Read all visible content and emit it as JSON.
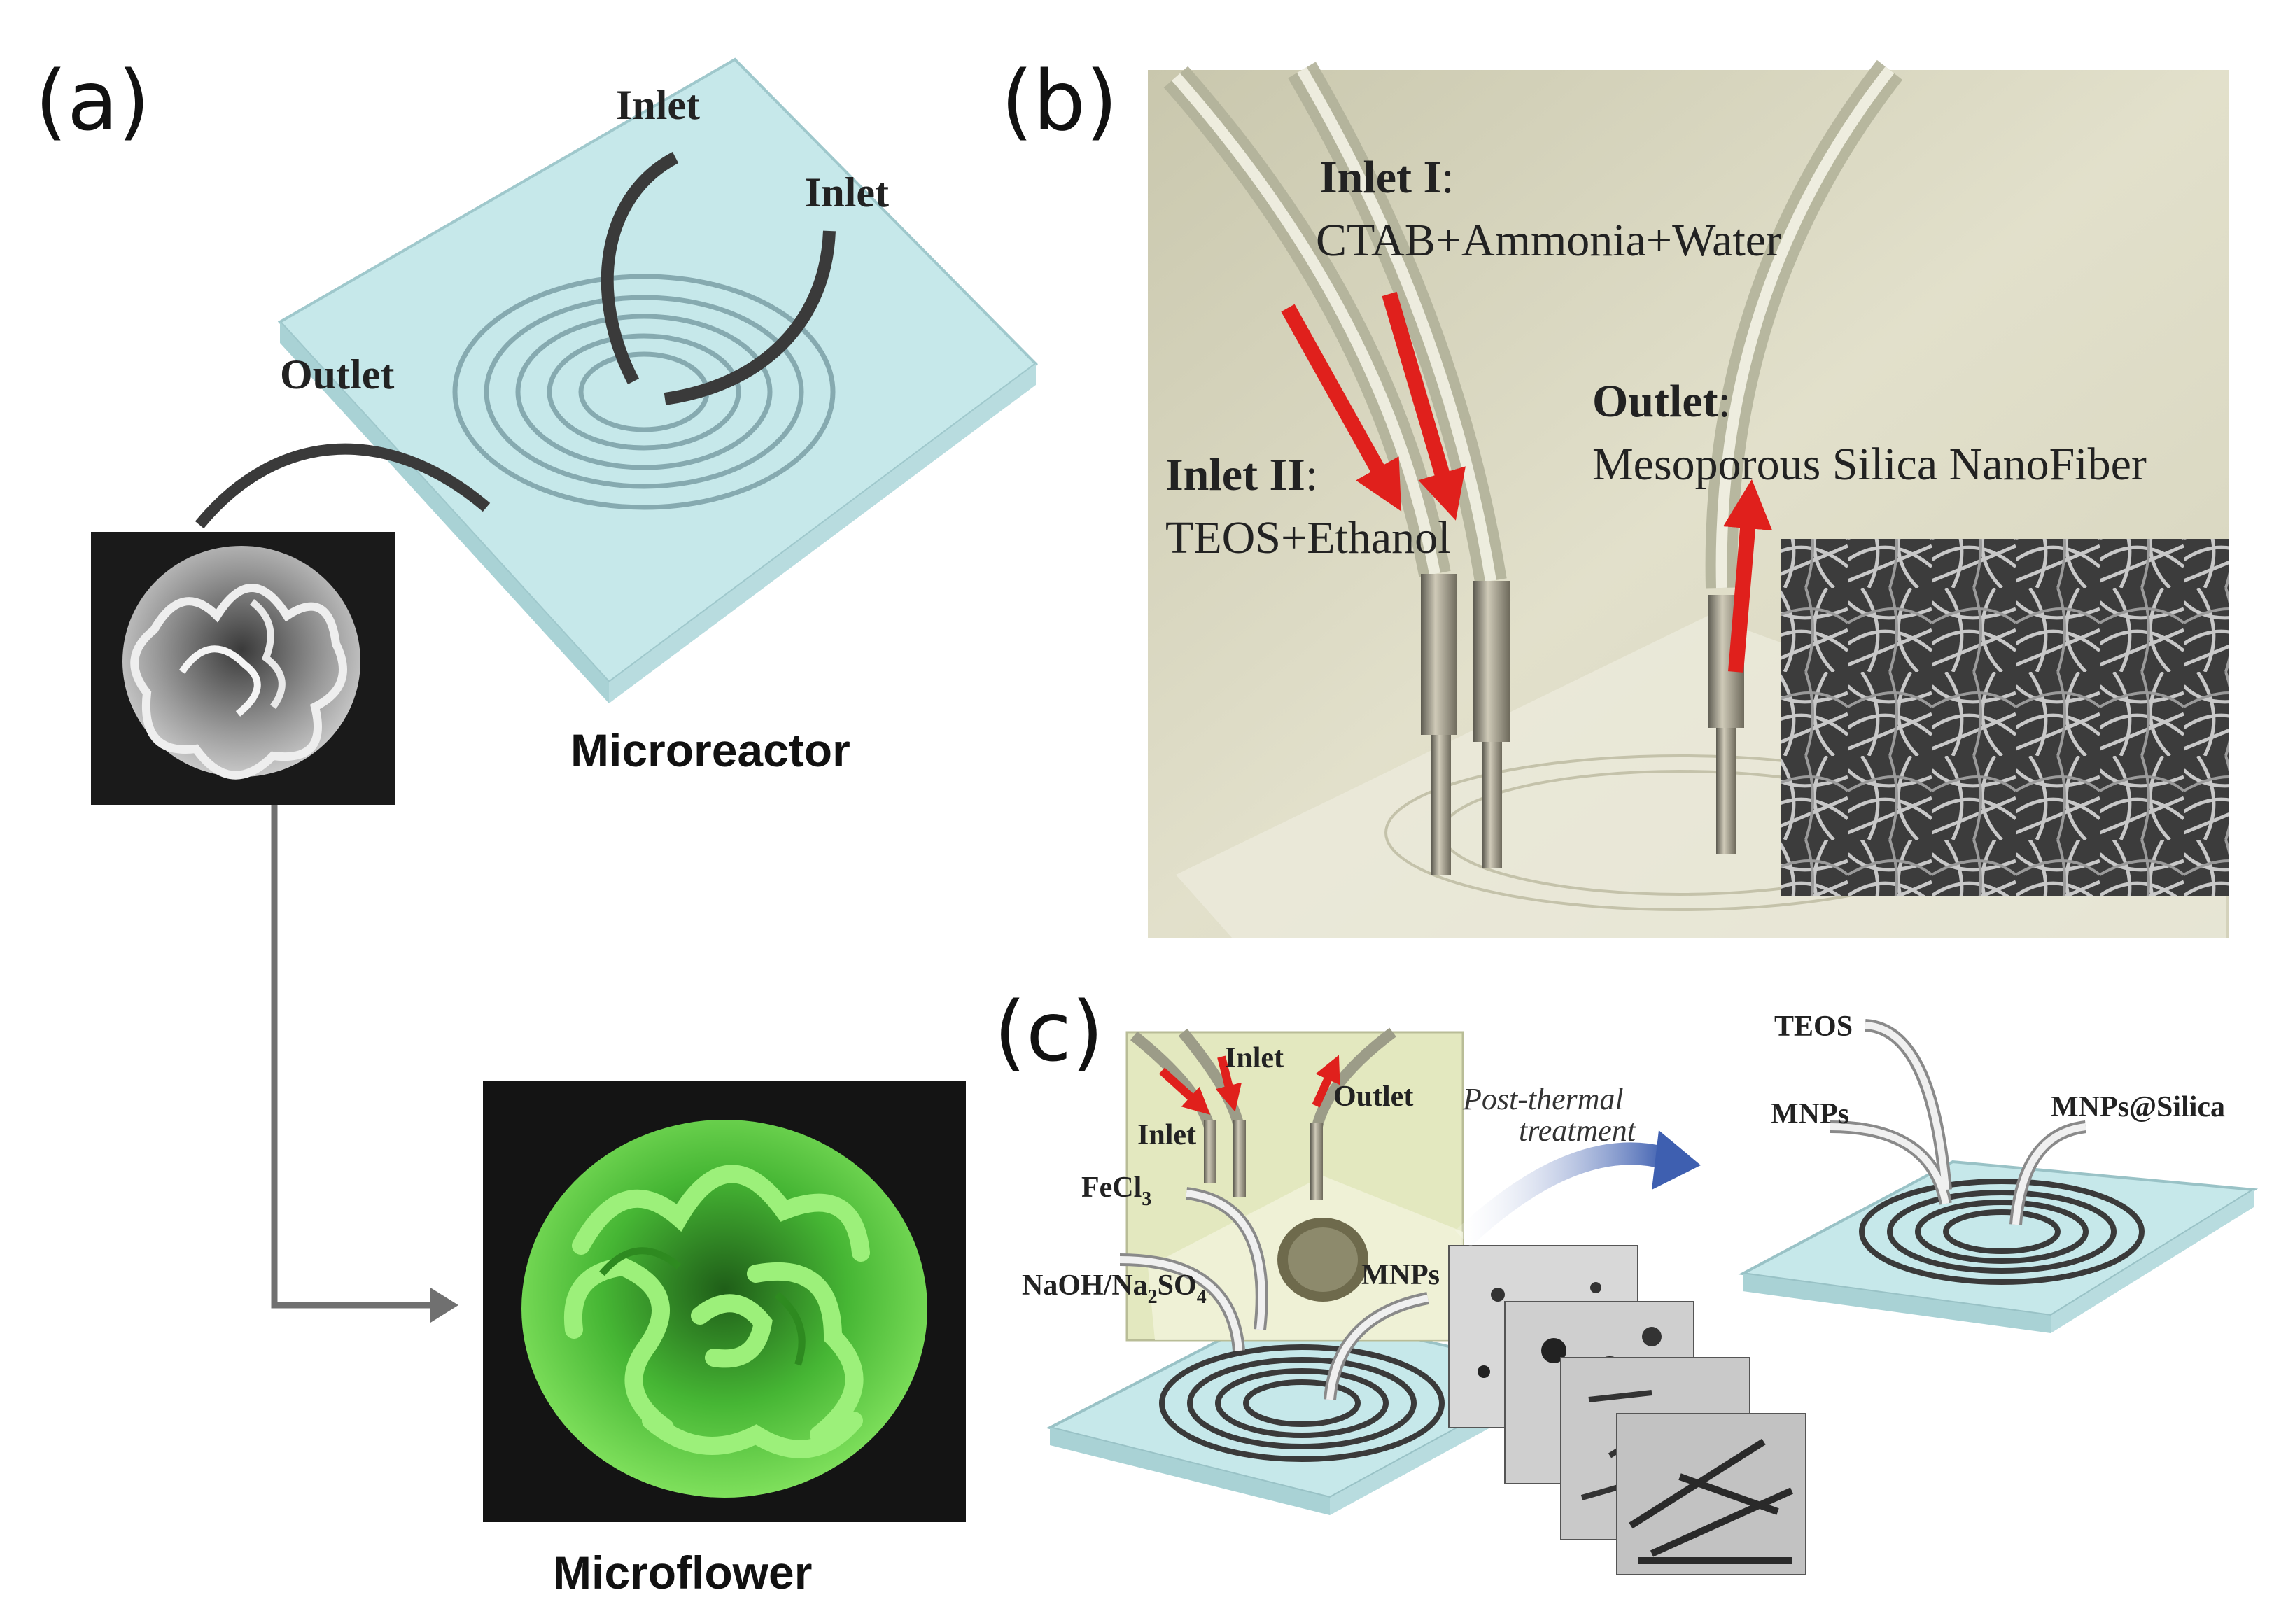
{
  "panels": {
    "a": {
      "letter": "(a)",
      "chip_inlet_1": "Inlet",
      "chip_inlet_2": "Inlet",
      "chip_outlet": "Outlet",
      "microreactor_caption": "Microreactor",
      "microflower_caption": "Microflower"
    },
    "b": {
      "letter": "(b)",
      "inlet1_title": "Inlet I",
      "inlet1_desc": "CTAB+Ammonia+Water",
      "inlet2_title": "Inlet II",
      "inlet2_desc": "TEOS+Ethanol",
      "outlet_title": "Outlet",
      "outlet_desc": "Mesoporous Silica NanoFiber",
      "colon": ":"
    },
    "c": {
      "letter": "(c)",
      "photo_inlet_top": "Inlet",
      "photo_inlet_left": "Inlet",
      "photo_outlet": "Outlet",
      "fecl3": "FeCl",
      "fecl3_sub": "3",
      "naoh_pre": "NaOH/Na",
      "naoh_sub2": "2",
      "naoh_so": "SO",
      "naoh_sub4": "4",
      "mnps_left": "MNPs",
      "post_thermal_1": "Post-thermal",
      "post_thermal_2": "treatment",
      "teos": "TEOS",
      "mnps_right": "MNPs",
      "mnps_silica": "MNPs@Silica"
    }
  },
  "colors": {
    "arrow_red": "#e0201c",
    "flower_green": "#4cc43a",
    "chip_blue": "#c6e8ea",
    "photo_bg": "#dedcc6",
    "connector_gray": "#707070",
    "post_arrow_blue": "#3e5fb0"
  }
}
